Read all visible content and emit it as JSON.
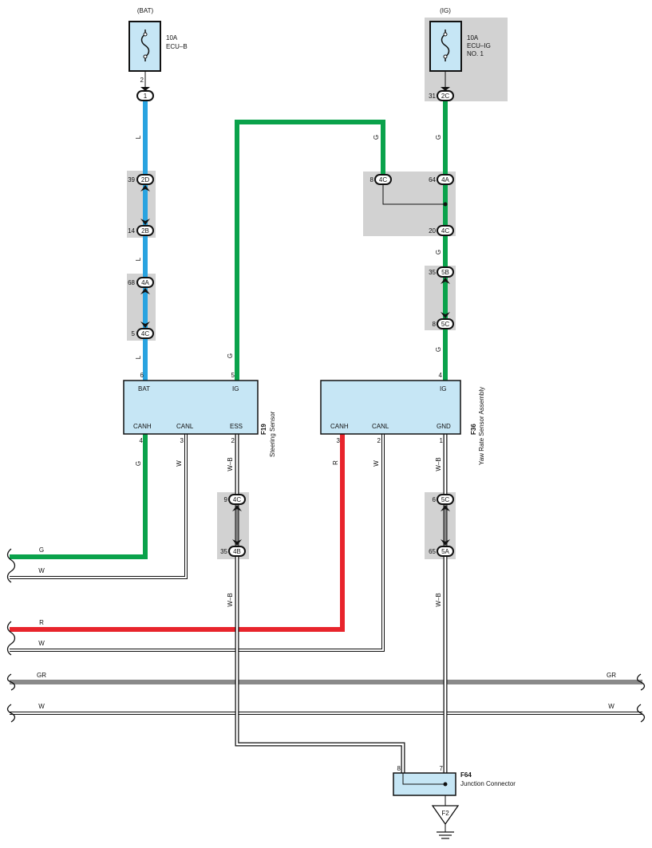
{
  "sources": {
    "bat": {
      "label": "(BAT)",
      "fuse_amp": "10A",
      "fuse_name": "ECU–B",
      "pin": "2"
    },
    "ig": {
      "label": "(IG)",
      "fuse_amp": "10A",
      "fuse_name_1": "ECU–IG",
      "fuse_name_2": "NO. 1",
      "pin": "31",
      "conn": "2C"
    }
  },
  "connectors": {
    "bat_1": "1",
    "bat_top_pin": "39",
    "bat_top_conn": "2D",
    "bat_bot_pin": "14",
    "bat_bot_conn": "2B",
    "bat2_top_pin": "68",
    "bat2_top_conn": "4A",
    "bat2_bot_pin": "5",
    "bat2_bot_conn": "4C",
    "ig_left_pin": "8",
    "ig_left_conn": "4C",
    "ig_right_pin": "64",
    "ig_right_conn": "4A",
    "ig_bot_pin": "20",
    "ig_bot_conn": "4C",
    "ig2_top_pin": "35",
    "ig2_top_conn": "5B",
    "ig2_bot_pin": "8",
    "ig2_bot_conn": "5C",
    "ess_top_pin": "9",
    "ess_top_conn": "4C",
    "ess_bot_pin": "35",
    "ess_bot_conn": "4B",
    "gnd_top_pin": "6",
    "gnd_top_conn": "5C",
    "gnd_bot_pin": "65",
    "gnd_bot_conn": "5A"
  },
  "wire_colors": {
    "l": "L",
    "g": "G",
    "w": "W",
    "wb": "W–B",
    "r": "R",
    "gr": "GR"
  },
  "steering_sensor": {
    "code": "F19",
    "name": "Steering Sensor",
    "bat": "BAT",
    "ig": "IG",
    "canh": "CANH",
    "canl": "CANL",
    "ess": "ESS",
    "pin_bat": "6",
    "pin_ig": "5",
    "pin_canh": "4",
    "pin_canl": "3",
    "pin_ess": "2"
  },
  "yaw_sensor": {
    "code": "F36",
    "name": "Yaw Rate Sensor Assembly",
    "ig": "IG",
    "canh": "CANH",
    "canl": "CANL",
    "gnd": "GND",
    "pin_ig": "4",
    "pin_canh": "3",
    "pin_canl": "2",
    "pin_gnd": "1"
  },
  "junction": {
    "code": "F64",
    "name": "Junction Connector",
    "pin_left": "8",
    "pin_right": "7"
  },
  "ground": {
    "label": "F2"
  },
  "colors": {
    "blue": "#29a3e0",
    "green": "#0aa24b",
    "red": "#e8242c",
    "gray": "#8a8a8a",
    "box": "#c6e6f5",
    "shade": "#d2d2d2"
  }
}
